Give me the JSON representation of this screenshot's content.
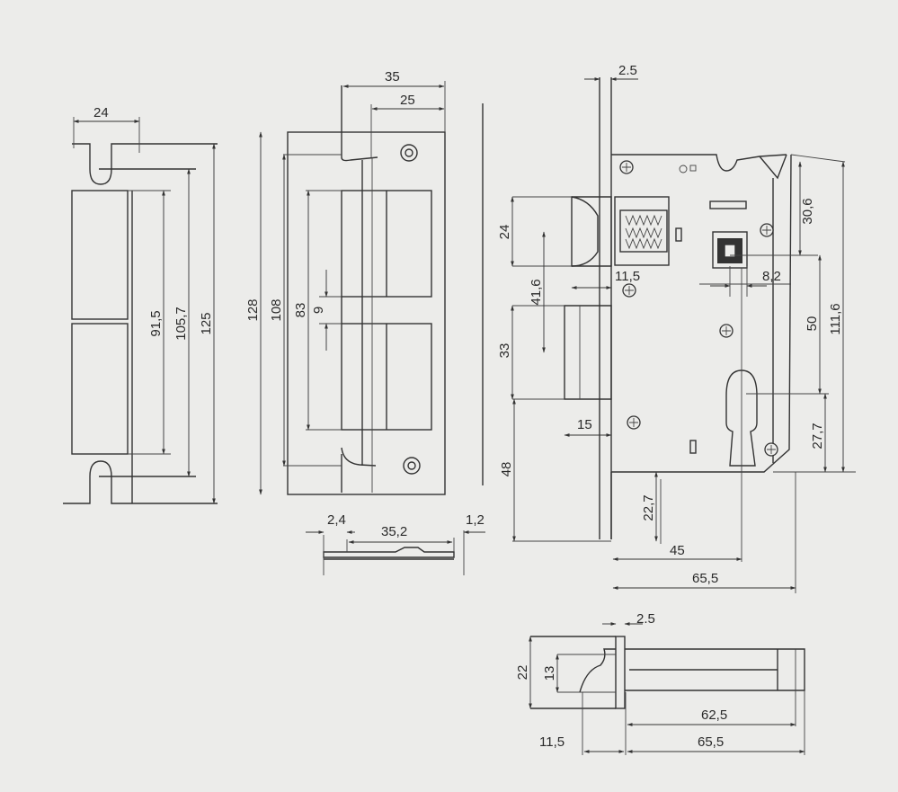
{
  "drawing": {
    "strike_plate": {
      "width": "24",
      "inner_height": "91,5",
      "middle_height": "105,7",
      "outer_height": "125"
    },
    "face_plate": {
      "width_outer": "35",
      "width_inner": "25",
      "height_outer": "128",
      "height_mid": "108",
      "height_inner": "83",
      "gap": "9"
    },
    "face_plate_section": {
      "left_thickness": "2,4",
      "length": "35,2",
      "right_thickness": "1,2"
    },
    "lock_body": {
      "front_thickness": "2.5",
      "latch_height": "24",
      "latch_to_bolt": "41,6",
      "latch_projection": "11,5",
      "spindle_to_top": "30,6",
      "spindle_square": "8,2",
      "bolt_height": "33",
      "bolt_projection": "15",
      "center_distance": "50",
      "body_height": "111,6",
      "cylinder_to_bottom": "27,7",
      "bottom_distance": "48",
      "case_to_bottom": "22,7",
      "backset": "45",
      "body_depth": "65,5"
    },
    "bolt_detail": {
      "front_thickness": "2.5",
      "height_outer": "22",
      "height_inner": "13",
      "length_inner": "62,5",
      "length_outer": "65,5",
      "projection": "11,5"
    }
  }
}
